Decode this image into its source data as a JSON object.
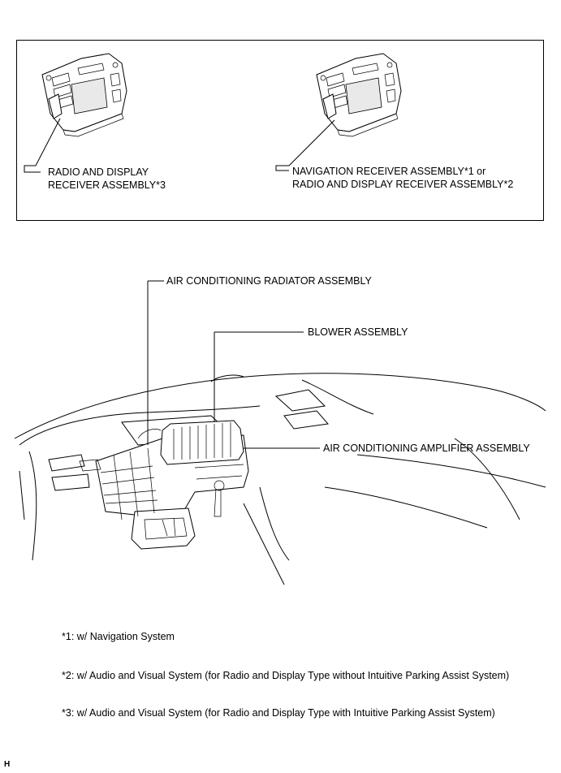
{
  "top_panel": {
    "left_label": [
      "RADIO AND DISPLAY",
      "RECEIVER ASSEMBLY*3"
    ],
    "right_label": [
      "NAVIGATION RECEIVER ASSEMBLY*1 or",
      "RADIO AND DISPLAY RECEIVER ASSEMBLY*2"
    ]
  },
  "callouts": {
    "radiator": "AIR CONDITIONING RADIATOR ASSEMBLY",
    "blower": "BLOWER ASSEMBLY",
    "amplifier": "AIR CONDITIONING AMPLIFIER ASSEMBLY"
  },
  "notes": [
    "*1: w/ Navigation System",
    "*2: w/ Audio and Visual System (for Radio and Display Type without Intuitive Parking Assist System)",
    "*3: w/ Audio and Visual System (for Radio and Display Type with Intuitive Parking Assist System)"
  ],
  "footer_mark": "H"
}
